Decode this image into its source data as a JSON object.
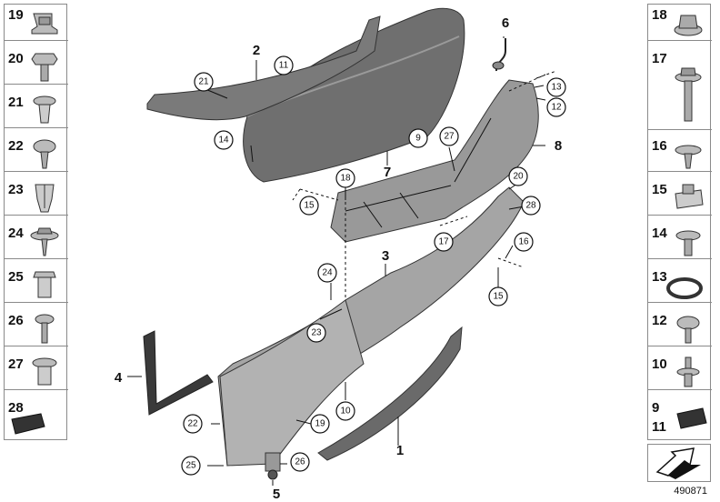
{
  "diagram": {
    "reference_number": "490871",
    "left_legend": [
      "19",
      "20",
      "21",
      "22",
      "23",
      "24",
      "25",
      "26",
      "27",
      "28"
    ],
    "right_legend": [
      "18",
      "17",
      "16",
      "15",
      "14",
      "13",
      "12",
      "10"
    ],
    "right_legend_combo": {
      "top": "9",
      "bottom": "11"
    },
    "part_labels": [
      "1",
      "2",
      "3",
      "4",
      "5",
      "6",
      "7",
      "8"
    ],
    "callouts": {
      "c11": "11",
      "c21a": "21",
      "c9": "9",
      "c14a": "14",
      "c27": "27",
      "c13": "13",
      "c12": "12",
      "c18": "18",
      "c15a": "15",
      "c20": "20",
      "c28": "28",
      "c17": "17",
      "c16": "16",
      "c15b": "15",
      "c24": "24",
      "c23": "23",
      "c10": "10",
      "c19": "19",
      "c22": "22",
      "c25": "25",
      "c26": "26"
    }
  }
}
